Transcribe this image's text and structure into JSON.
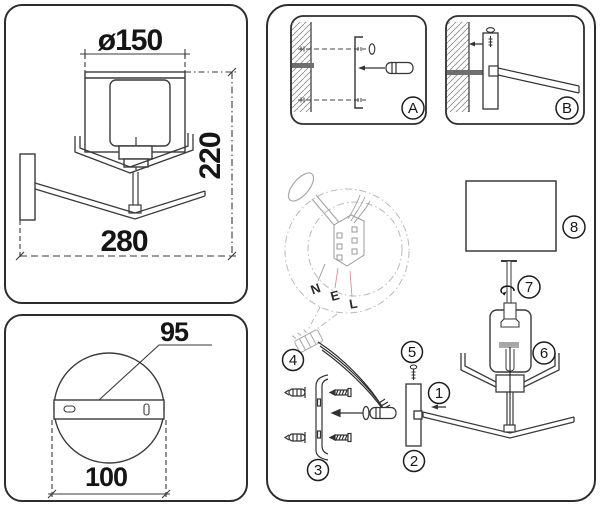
{
  "side_view_panel": {
    "shade_diameter": "ø150",
    "total_height": "220",
    "arm_length": "280"
  },
  "backplate_panel": {
    "bracket_width": "95",
    "base_width": "100"
  },
  "steps_panel": {
    "step_a_label": "A",
    "step_b_label": "B",
    "part_labels": {
      "p1": "1",
      "p2": "2",
      "p3": "3",
      "p4": "4",
      "p5": "5",
      "p6": "6",
      "p7": "7",
      "p8": "8"
    },
    "wire_labels": {
      "neutral": "N",
      "earth": "E",
      "live": "L"
    }
  },
  "colors": {
    "line": "#3a3a3a",
    "panel_border": "#2d2d2d",
    "light_grey": "#a9a9a9",
    "leader_red": "#dd8f8f",
    "text": "#151515",
    "background": "#ffffff"
  }
}
